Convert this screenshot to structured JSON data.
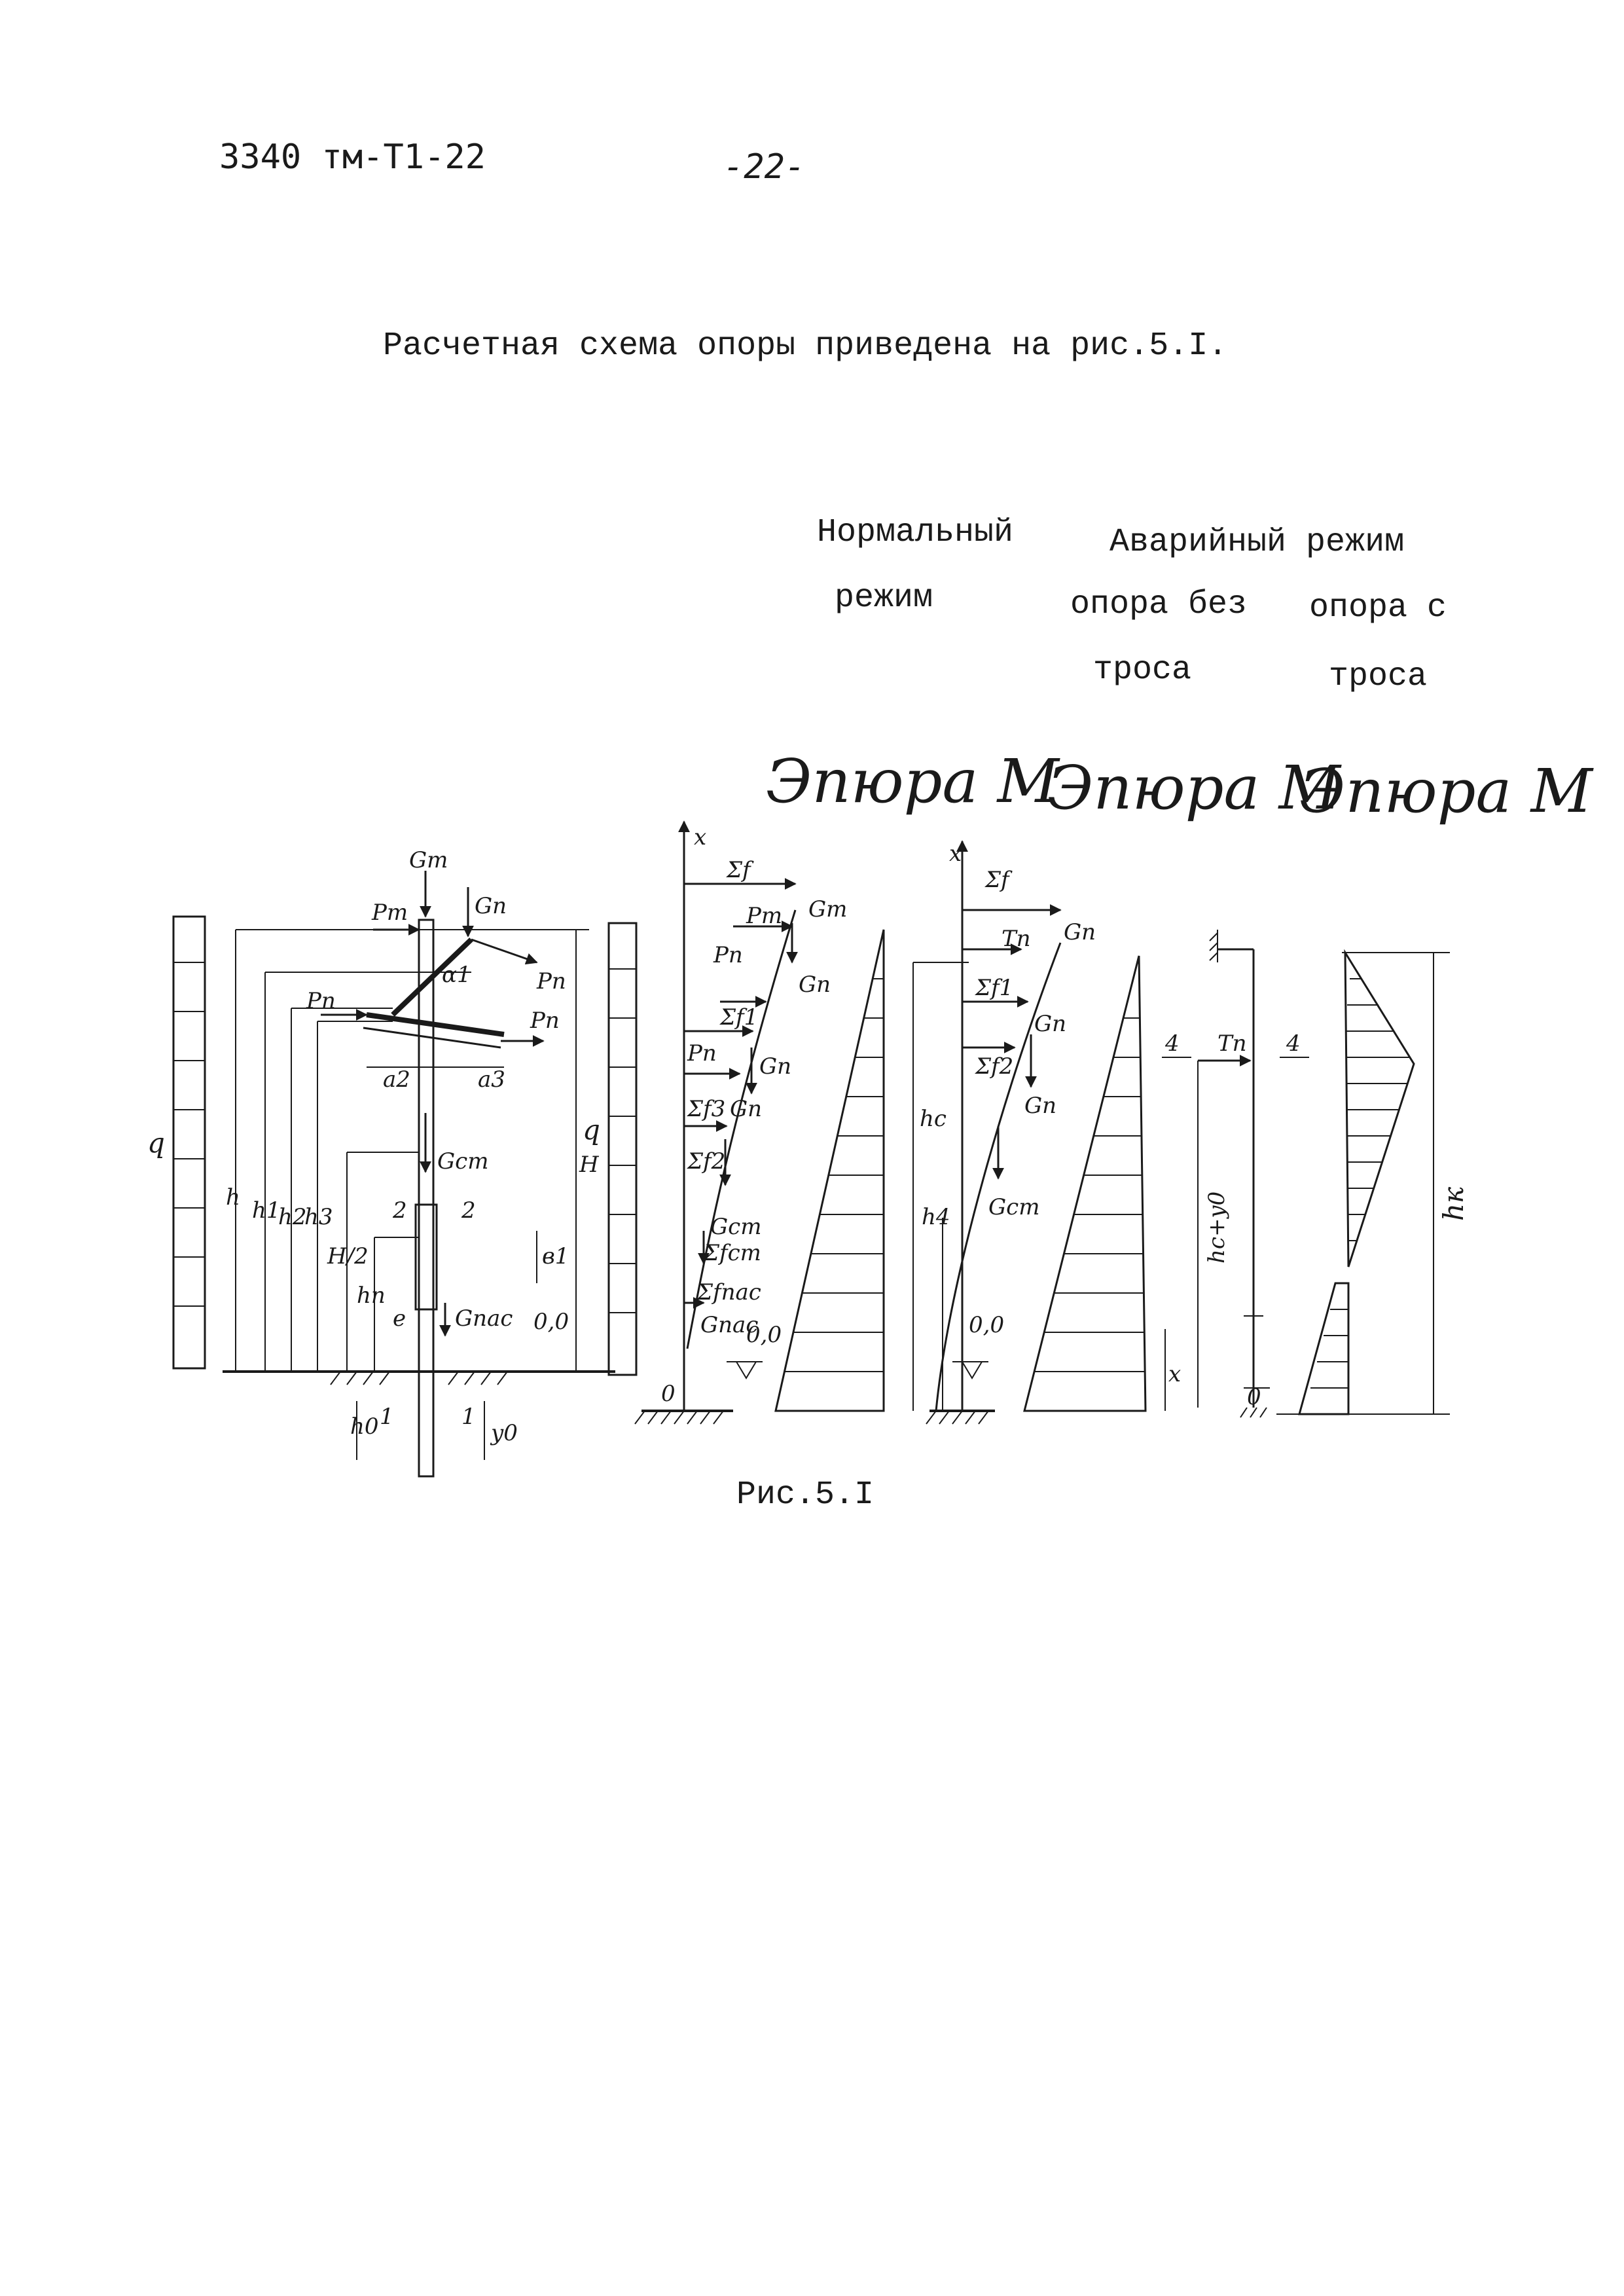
{
  "header": {
    "doc_code": "3340 тм-Т1-22",
    "page_number": "-22-"
  },
  "intro_text": "Расчетная схема опоры приведена на рис.5.I.",
  "columns": {
    "normal_line1": "Нормальный",
    "normal_line2": "режим",
    "emergency_title": "Аварийный режим",
    "no_cable_line1": "опора без",
    "no_cable_line2": "троса",
    "with_cable_line1": "опора с",
    "with_cable_line2": "троса"
  },
  "epure_labels": [
    "Эпюра М",
    "Эпюра М",
    "Эпюра М"
  ],
  "diagram_labels": {
    "scheme": {
      "Gt": "Gт",
      "Pt": "Pт",
      "Gn": "Gn",
      "Pn": "Pn",
      "a1": "α1",
      "a2": "a2",
      "a3": "a3",
      "Gst": "Gст",
      "Gpas": "Gпас",
      "sec2": "2",
      "b1": "в1",
      "e": "e",
      "h": "h",
      "h1": "h1",
      "h2": "h2",
      "h3": "h3",
      "H2": "H/2",
      "hn": "hп",
      "H": "H",
      "q": "q",
      "zero": "0,0",
      "h0": "h0",
      "y0": "y0",
      "sec1": "1"
    },
    "normal": {
      "x": "x",
      "sf": "Σf",
      "Pt": "Pт",
      "Gt": "Gт",
      "Pn": "Pn",
      "Gn": "Gn",
      "sf1": "Σf1",
      "sf3": "Σf3",
      "sf2": "Σf2",
      "sfst": "Σfст",
      "Gst": "Gст",
      "sfpas": "Σfпас",
      "Gpas": "Gпас",
      "zero": "0,0",
      "origin": "0"
    },
    "no_cable": {
      "x": "x",
      "sf": "Σf",
      "Tn": "Tп",
      "Gn": "Gп",
      "sf1": "Σf1",
      "sf2": "Σf2",
      "hc": "hc",
      "h4": "h4",
      "Gst": "Gст",
      "zero": "0,0",
      "x_dim": "x"
    },
    "with_cable": {
      "sec4": "4",
      "Tn": "Tп",
      "hy": "hc+y0",
      "hk": "hк",
      "origin": "0"
    }
  },
  "caption": "Рис.5.I"
}
